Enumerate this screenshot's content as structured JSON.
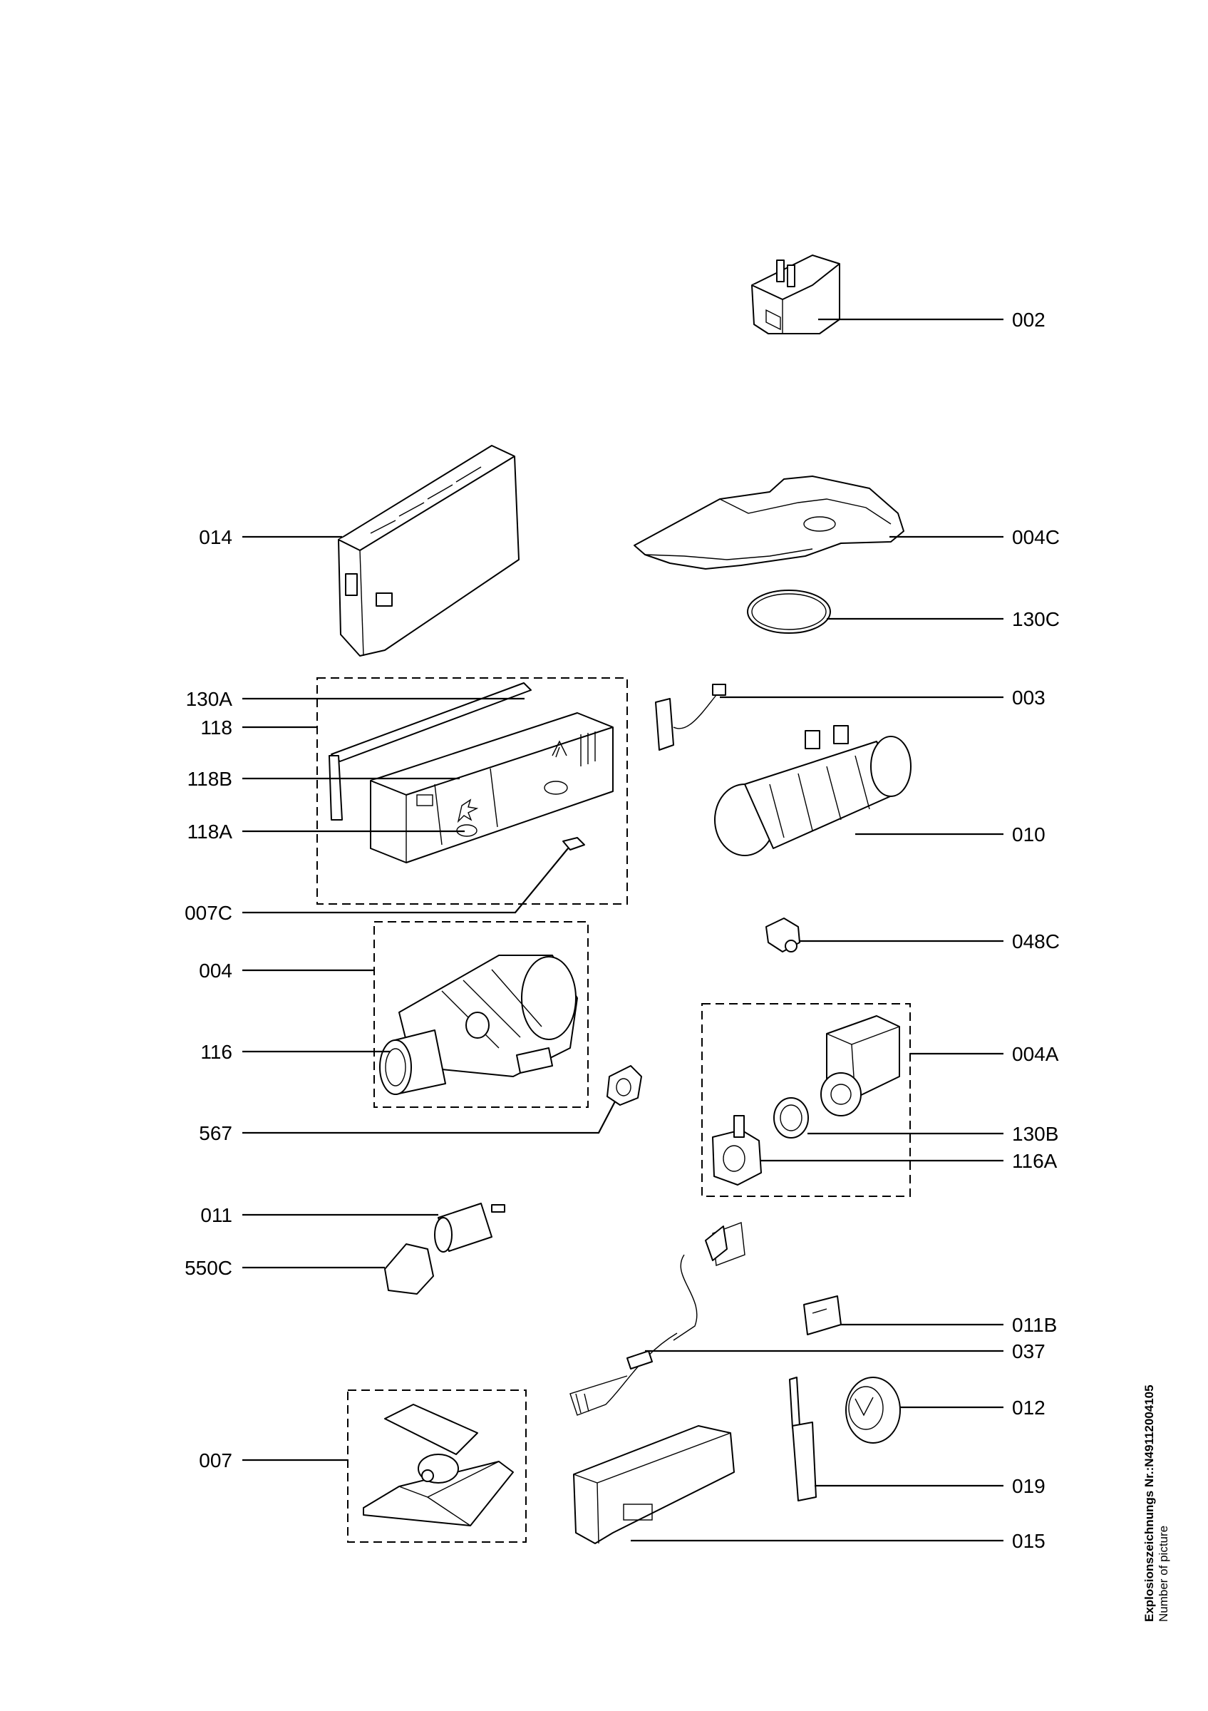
{
  "labels": {
    "p002": "002",
    "p004C": "004C",
    "p130C": "130C",
    "p003": "003",
    "p010": "010",
    "p048C": "048C",
    "p004A": "004A",
    "p130B": "130B",
    "p116A": "116A",
    "p011B": "011B",
    "p037": "037",
    "p012": "012",
    "p019": "019",
    "p015": "015",
    "p014": "014",
    "p130A": "130A",
    "p118": "118",
    "p118B": "118B",
    "p118A": "118A",
    "p007C": "007C",
    "p004": "004",
    "p116": "116",
    "p567": "567",
    "p011": "011",
    "p550C": "550C",
    "p007": "007"
  },
  "footer": {
    "drawing_number": "Explosionszeichnungs Nr.:N49112004105",
    "number_of_picture": "Number of picture"
  }
}
